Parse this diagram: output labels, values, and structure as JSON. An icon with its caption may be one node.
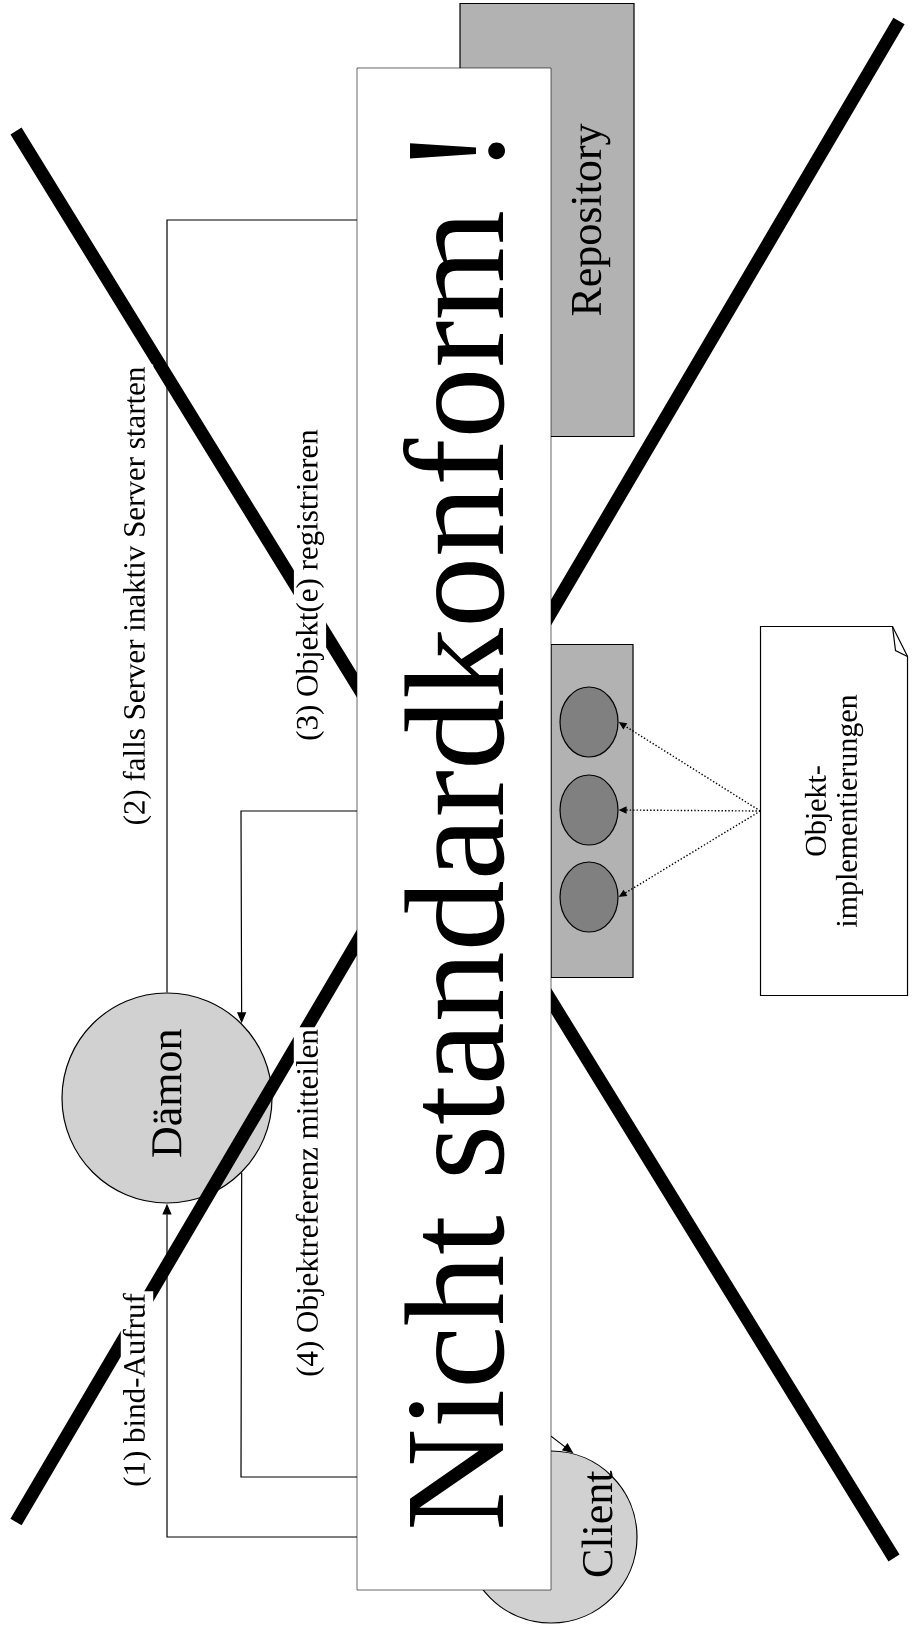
{
  "diagram": {
    "nodes": [
      {
        "text": [
          "Client"
        ]
      },
      {
        "text": [
          "Dämon"
        ]
      },
      {
        "text": [
          "Repository"
        ]
      },
      {
        "text": [],
        "shape": "box"
      },
      {
        "text": [],
        "shape": "circle",
        "in": 3
      },
      {
        "text": [],
        "shape": "circle",
        "in": 3
      },
      {
        "text": [],
        "shape": "circle",
        "in": 3
      },
      {
        "text": [
          "Objekt- implementierungen"
        ]
      }
    ],
    "edges": [
      {
        "from": 0,
        "to": 1,
        "arrow": "to",
        "label": "(1) bind-Aufruf"
      },
      {
        "from": 1,
        "to": 3,
        "arrow": "none",
        "label": "(2) falls Server inaktiv Server starten"
      },
      {
        "from": 3,
        "to": 1,
        "arrow": "to",
        "label": "(3) Objekt(e) registrieren"
      },
      {
        "from": 1,
        "to": 0,
        "arrow": "to",
        "label": "(4) Objektreferenz mitteilen"
      },
      {
        "from": 7,
        "to": 4,
        "arrow": "to",
        "style": "dashed"
      },
      {
        "from": 7,
        "to": 5,
        "arrow": "to",
        "style": "dashed"
      },
      {
        "from": 7,
        "to": 6,
        "arrow": "to",
        "style": "dashed"
      }
    ],
    "labels": [
      "Nicht standardkonform !"
    ]
  }
}
